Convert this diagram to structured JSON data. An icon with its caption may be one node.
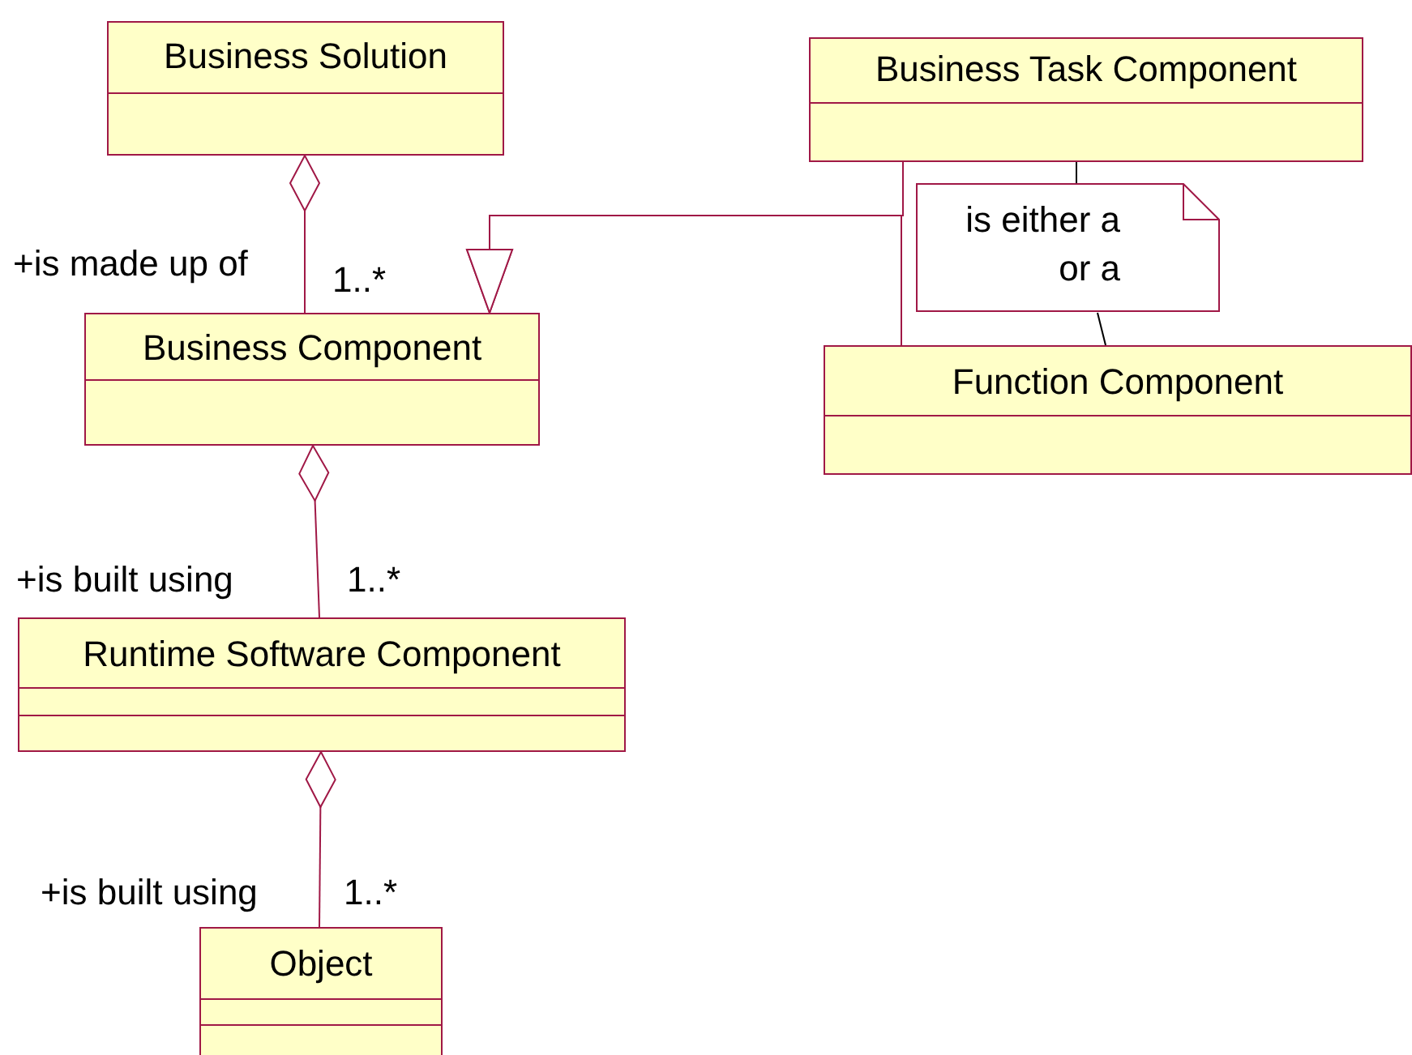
{
  "diagram": {
    "nodes": [
      {
        "text": [
          "Business Solution"
        ]
      },
      {
        "text": [
          "Business Task  Component"
        ]
      },
      {
        "text": [
          "is either a or a"
        ]
      },
      {
        "text": [
          "Business Component"
        ]
      },
      {
        "text": [
          "Function Component"
        ]
      },
      {
        "text": [
          "Runtime Software Component"
        ]
      },
      {
        "text": [
          "Object"
        ]
      }
    ],
    "edges": [
      {
        "from": 0,
        "to": 3,
        "arrow": "other"
      },
      {
        "from": 1,
        "to": 3,
        "arrow": "to"
      },
      {
        "from": 4,
        "to": 3,
        "arrow": "to"
      },
      {
        "from": 1,
        "to": 2,
        "arrow": "none",
        "color": "#000000"
      },
      {
        "from": 2,
        "to": 4,
        "arrow": "none",
        "color": "#000000"
      },
      {
        "from": 3,
        "to": 5,
        "arrow": "other"
      },
      {
        "from": 5,
        "to": 6,
        "arrow": "other"
      }
    ],
    "labels": [
      "+is made up of",
      "1..*",
      "+is built using",
      "1..*",
      "+is built using",
      "1..*"
    ]
  }
}
